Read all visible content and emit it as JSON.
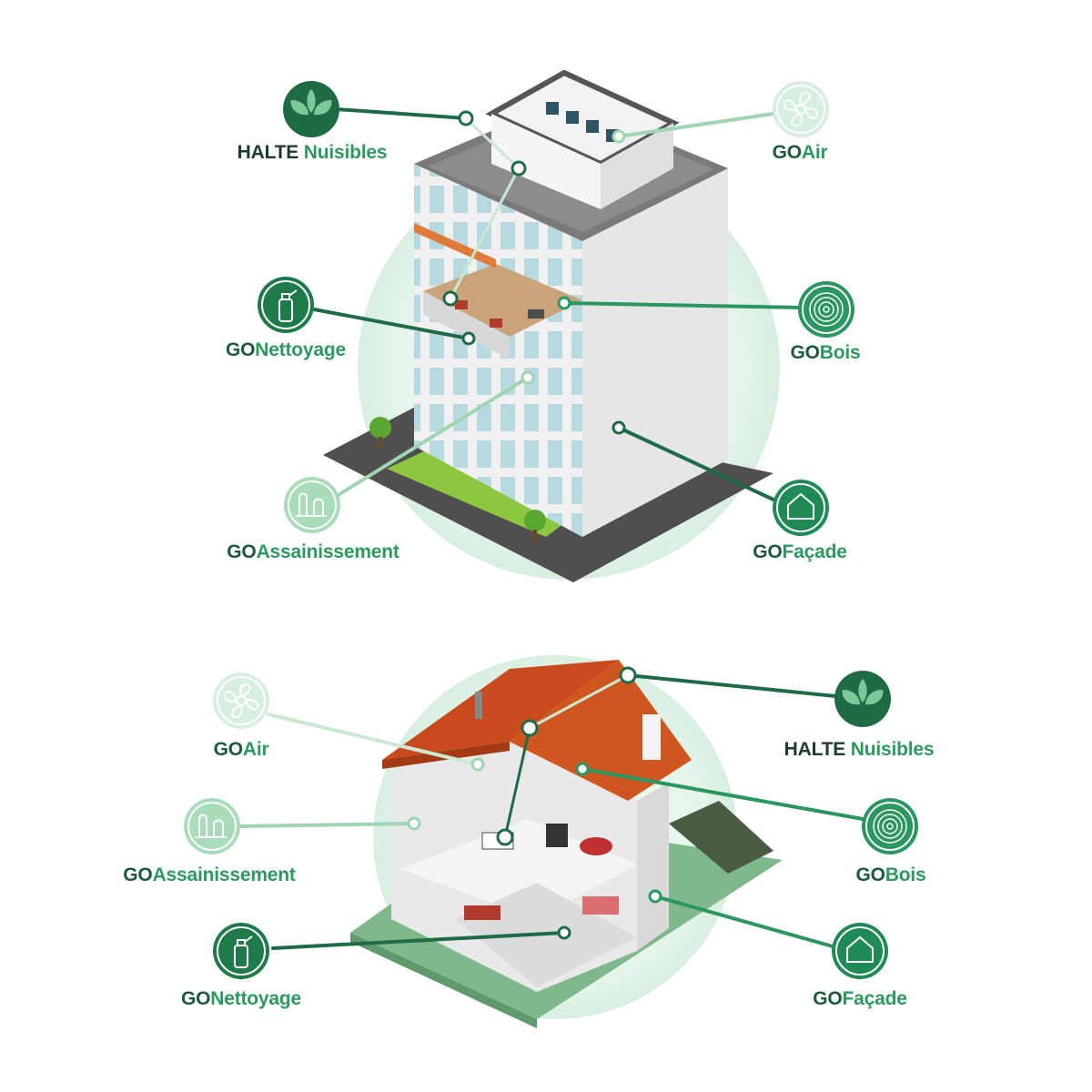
{
  "colors": {
    "dark_green": "#1e6b45",
    "mid_green": "#2a9660",
    "light_green": "#9fd5b3",
    "halo": "#e9f6ee",
    "roof_red": "#c84a1e",
    "lawn": "#8dc63f",
    "ground_dark": "#5a5a5a",
    "ground_green": "#7fb88a"
  },
  "building": {
    "services": [
      {
        "id": "halte",
        "prefix": "HALTE",
        "suffix": "Nuisibles",
        "icon": "leaves-icon",
        "style": "dark"
      },
      {
        "id": "air",
        "prefix": "GO",
        "suffix": "Air",
        "icon": "fan-icon",
        "style": "light"
      },
      {
        "id": "nettoyage",
        "prefix": "GO",
        "suffix": "Nettoyage",
        "icon": "spray-can-icon",
        "style": "mid"
      },
      {
        "id": "bois",
        "prefix": "GO",
        "suffix": "Bois",
        "icon": "wood-rings-icon",
        "style": "mid"
      },
      {
        "id": "assainissement",
        "prefix": "GO",
        "suffix": "Assainissement",
        "icon": "pipes-icon",
        "style": "light"
      },
      {
        "id": "facade",
        "prefix": "GO",
        "suffix": "Façade",
        "icon": "house-icon",
        "style": "mid"
      }
    ]
  },
  "house": {
    "services": [
      {
        "id": "air",
        "prefix": "GO",
        "suffix": "Air",
        "icon": "fan-icon",
        "style": "light"
      },
      {
        "id": "halte",
        "prefix": "HALTE",
        "suffix": "Nuisibles",
        "icon": "leaves-icon",
        "style": "dark"
      },
      {
        "id": "assainissement",
        "prefix": "GO",
        "suffix": "Assainissement",
        "icon": "pipes-icon",
        "style": "light"
      },
      {
        "id": "bois",
        "prefix": "GO",
        "suffix": "Bois",
        "icon": "wood-rings-icon",
        "style": "mid"
      },
      {
        "id": "nettoyage",
        "prefix": "GO",
        "suffix": "Nettoyage",
        "icon": "spray-can-icon",
        "style": "mid"
      },
      {
        "id": "facade",
        "prefix": "GO",
        "suffix": "Façade",
        "icon": "house-icon",
        "style": "mid"
      }
    ]
  }
}
